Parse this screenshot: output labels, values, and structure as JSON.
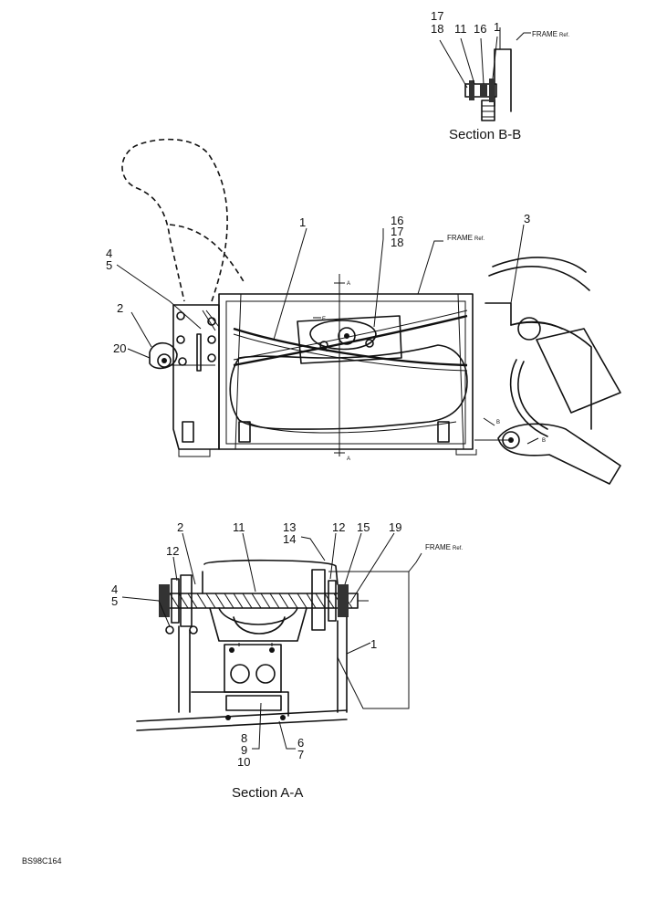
{
  "drawing_code": "BS98C164",
  "frame_ref": {
    "word": "FRAME",
    "suffix": "Ref."
  },
  "section_b": {
    "caption": "Section B-B",
    "callouts": {
      "c17": "17",
      "c18": "18",
      "c11": "11",
      "c16": "16",
      "c1": "1"
    }
  },
  "main_view": {
    "callouts": {
      "c1": "1",
      "c16": "16",
      "c17": "17",
      "c18": "18",
      "c3": "3",
      "c4": "4",
      "c5": "5",
      "c2": "2",
      "c20": "20"
    },
    "cut_letters": {
      "a": "A",
      "b": "B"
    }
  },
  "section_a": {
    "caption": "Section A-A",
    "callouts": {
      "c2": "2",
      "c11": "11",
      "c13": "13",
      "c14": "14",
      "c12a": "12",
      "c15": "15",
      "c19": "19",
      "c12b": "12",
      "c4": "4",
      "c5": "5",
      "c1": "1",
      "c8": "8",
      "c9": "9",
      "c10": "10",
      "c6": "6",
      "c7": "7"
    }
  }
}
